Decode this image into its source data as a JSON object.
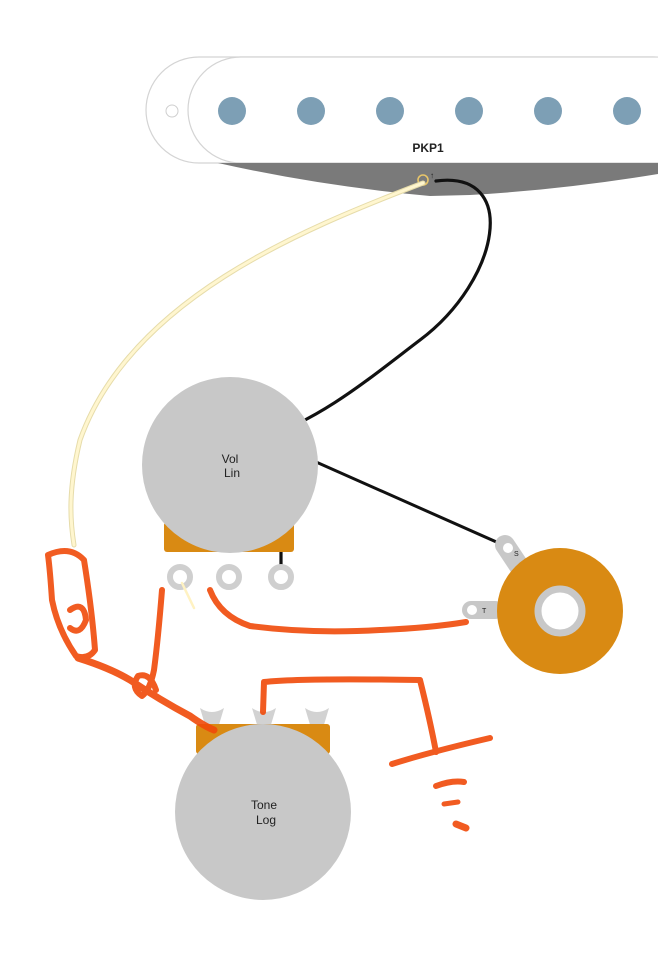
{
  "pickup": {
    "label": "PKP1",
    "pole_count": 6,
    "terminal_label": "↑"
  },
  "volume_pot": {
    "line1": "Vol",
    "line2": "Lin"
  },
  "tone_pot": {
    "line1": "Tone",
    "line2": "Log"
  },
  "jack": {
    "tip_label": "S",
    "sleeve_label": "T"
  },
  "colors": {
    "pole": "#7d9fb5",
    "pot_body": "#c8c8c8",
    "pot_tab": "#d98a13",
    "jack_ring": "#d98a13",
    "lug": "#d2d2d2",
    "hot_wire": "#fff3c4",
    "ground_wire": "#111111",
    "marker": "#f04a0a"
  }
}
